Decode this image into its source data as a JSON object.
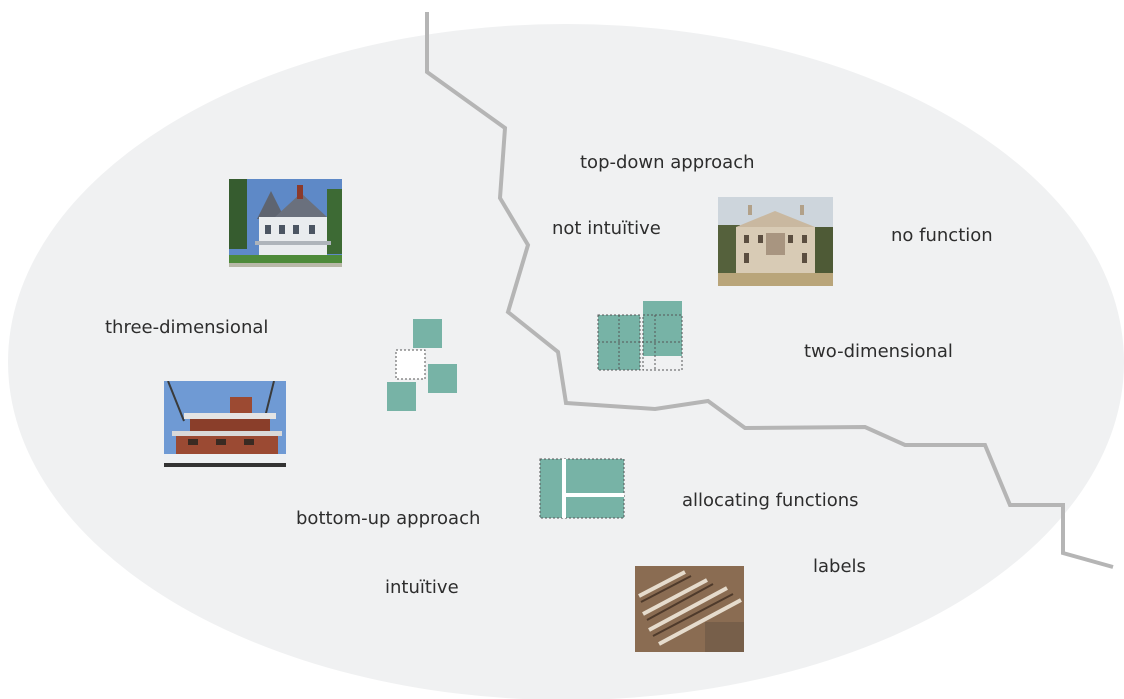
{
  "diagram": {
    "labels": {
      "top_down": "top-down approach",
      "not_intuitive": "not intuïtive",
      "no_function": "no function",
      "two_dimensional": "two-dimensional",
      "three_dimensional": "three-dimensional",
      "bottom_up": "bottom-up approach",
      "intuitive": "intuïtive",
      "allocating_functions": "allocating functions",
      "labels": "labels"
    },
    "images": {
      "victorian_house": "victorian-house-photo",
      "palladian_villa": "palladian-villa-photo",
      "prairie_house": "prairie-style-house-photo",
      "aerial_housing": "aerial-housing-blocks-photo"
    },
    "colors": {
      "ellipse_fill": "#f0f1f2",
      "divider_line": "#b5b5b5",
      "block_fill": "#77b3a6",
      "block_outline": "#555555"
    }
  }
}
